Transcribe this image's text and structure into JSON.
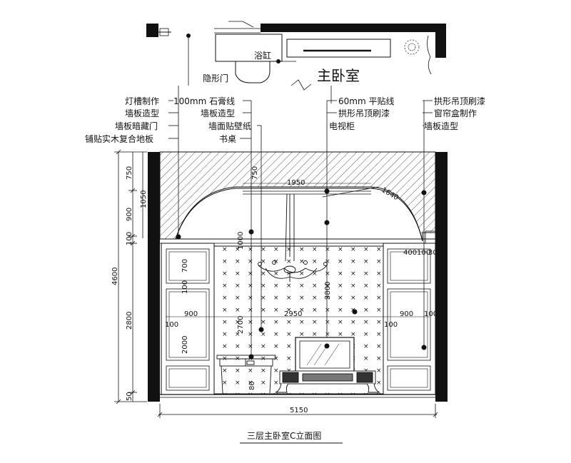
{
  "plan": {
    "room_name": "主卧室",
    "door_label": "隐形门",
    "fixture_label": "浴缸"
  },
  "labels_left": [
    "灯槽制作",
    "墙板造型",
    "墙板暗藏门",
    "铺贴实木复合地板"
  ],
  "labels_mid": [
    "100mm 石膏线",
    "墙板造型",
    "墙面贴壁纸",
    "书桌"
  ],
  "labels_center": [
    "60mm 平贴线",
    "拱形吊顶刷漆",
    "电视柜"
  ],
  "labels_right": [
    "拱形吊顶刷漆",
    "窗帘盒制作",
    "墙板造型"
  ],
  "dims_left": [
    "750",
    "900",
    "100",
    "2800",
    "50",
    "4600",
    "1050"
  ],
  "dims_inner": [
    "1950",
    "750",
    "1000",
    "3800",
    "2700",
    "2000",
    "700",
    "100",
    "80",
    "1640",
    "400",
    "100",
    "300"
  ],
  "dims_horizontal": [
    "900",
    "2950",
    "900",
    "100",
    "100",
    "100"
  ],
  "overall_width": "5150",
  "drawing_title": "三层主卧室C立面图"
}
